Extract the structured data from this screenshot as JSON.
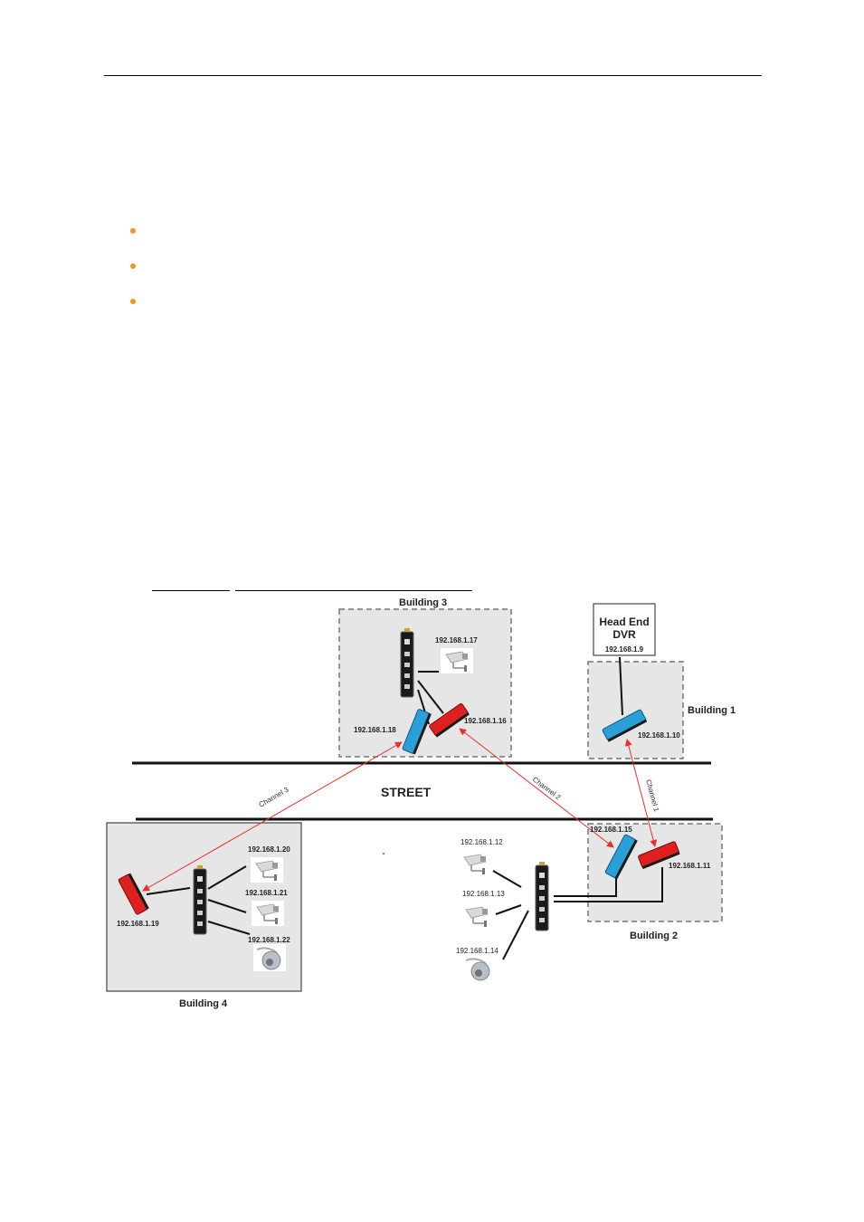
{
  "buildings": {
    "b1": "Building 1",
    "b2": "Building 2",
    "b3": "Building 3",
    "b4": "Building 4"
  },
  "dvr": {
    "line1": "Head End",
    "line2": "DVR",
    "ip": "192.168.1.9"
  },
  "street": "STREET",
  "channels": {
    "c1": "Channel 1",
    "c2": "Channel 2",
    "c3": "Channel 3"
  },
  "ips": {
    "ip10": "192.168.1.10",
    "ip11": "192.168.1.11",
    "ip12": "192.168.1.12",
    "ip13": "192.168.1.13",
    "ip14": "192.168.1.14",
    "ip15": "192.168.1.15",
    "ip16": "192.168.1.16",
    "ip17": "192.168.1.17",
    "ip18": "192.168.1.18",
    "ip19": "192.168.1.19",
    "ip20": "192.168.1.20",
    "ip21": "192.168.1.21",
    "ip22": "192.168.1.22"
  },
  "colors": {
    "radio_blue": "#2a9fd8",
    "radio_red": "#e01f1f",
    "link_red": "#e8302a",
    "building_fill": "#e6e6e6",
    "bullet_orange": "#f7931e"
  }
}
